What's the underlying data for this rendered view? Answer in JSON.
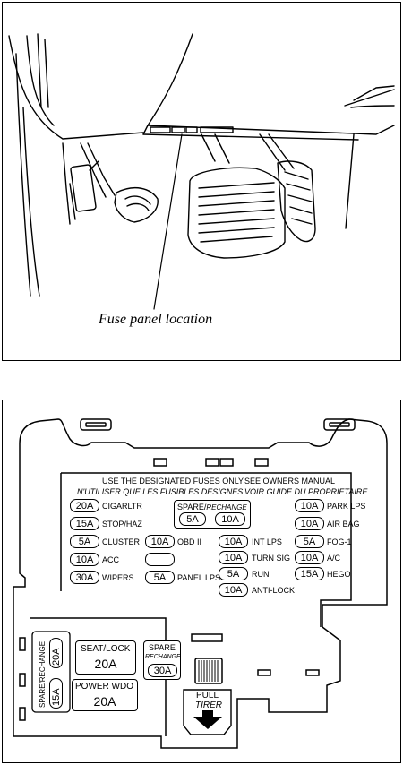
{
  "top_panel": {
    "caption": "Fuse panel location"
  },
  "fuse_panel": {
    "notice_en": "USE THE DESIGNATED FUSES ONLY",
    "notice_fr": "N'UTILISER QUE LES FUSIBLES DESIGNES",
    "manual_en": "SEE OWNERS MANUAL",
    "manual_fr": "VOIR GUIDE DU PROPRIETAIRE",
    "spare_label_a": "SPARE",
    "spare_label_b": "RECHANGE",
    "spare_slash": "/",
    "spare_5a": "5A",
    "spare_10a": "10A",
    "left_col": [
      {
        "amp": "20A",
        "name": "CIGARLTR"
      },
      {
        "amp": "15A",
        "name": "STOP/HAZ"
      },
      {
        "amp": "5A",
        "name": "CLUSTER"
      },
      {
        "amp": "10A",
        "name": "ACC"
      },
      {
        "amp": "30A",
        "name": "WIPERS"
      }
    ],
    "mid_col": [
      {
        "amp": "10A",
        "name": "OBD II"
      },
      {
        "amp": "5A",
        "name": "PANEL LPS"
      }
    ],
    "center_col": [
      {
        "amp": "10A",
        "name": "INT LPS"
      },
      {
        "amp": "10A",
        "name": "TURN SIG"
      },
      {
        "amp": "5A",
        "name": "RUN"
      },
      {
        "amp": "10A",
        "name": "ANTI-LOCK"
      }
    ],
    "right_col": [
      {
        "amp": "10A",
        "name": "PARK LPS"
      },
      {
        "amp": "10A",
        "name": "AIR BAG"
      },
      {
        "amp": "5A",
        "name": "FOG-1"
      },
      {
        "amp": "10A",
        "name": "A/C"
      },
      {
        "amp": "15A",
        "name": "HEGO"
      }
    ],
    "maxi": {
      "side_spare": "SPARE/RECHANGE",
      "side_20a": "20A",
      "side_15a": "15A",
      "seat_lock_label": "SEAT/LOCK",
      "seat_lock_amp": "20A",
      "power_wdo_label": "POWER WDO",
      "power_wdo_amp": "20A",
      "spare_label": "SPARE",
      "spare_fr": "RECHANGE",
      "spare_amp": "30A"
    },
    "pull_label": "PULL",
    "pull_fr": "TIRER"
  }
}
